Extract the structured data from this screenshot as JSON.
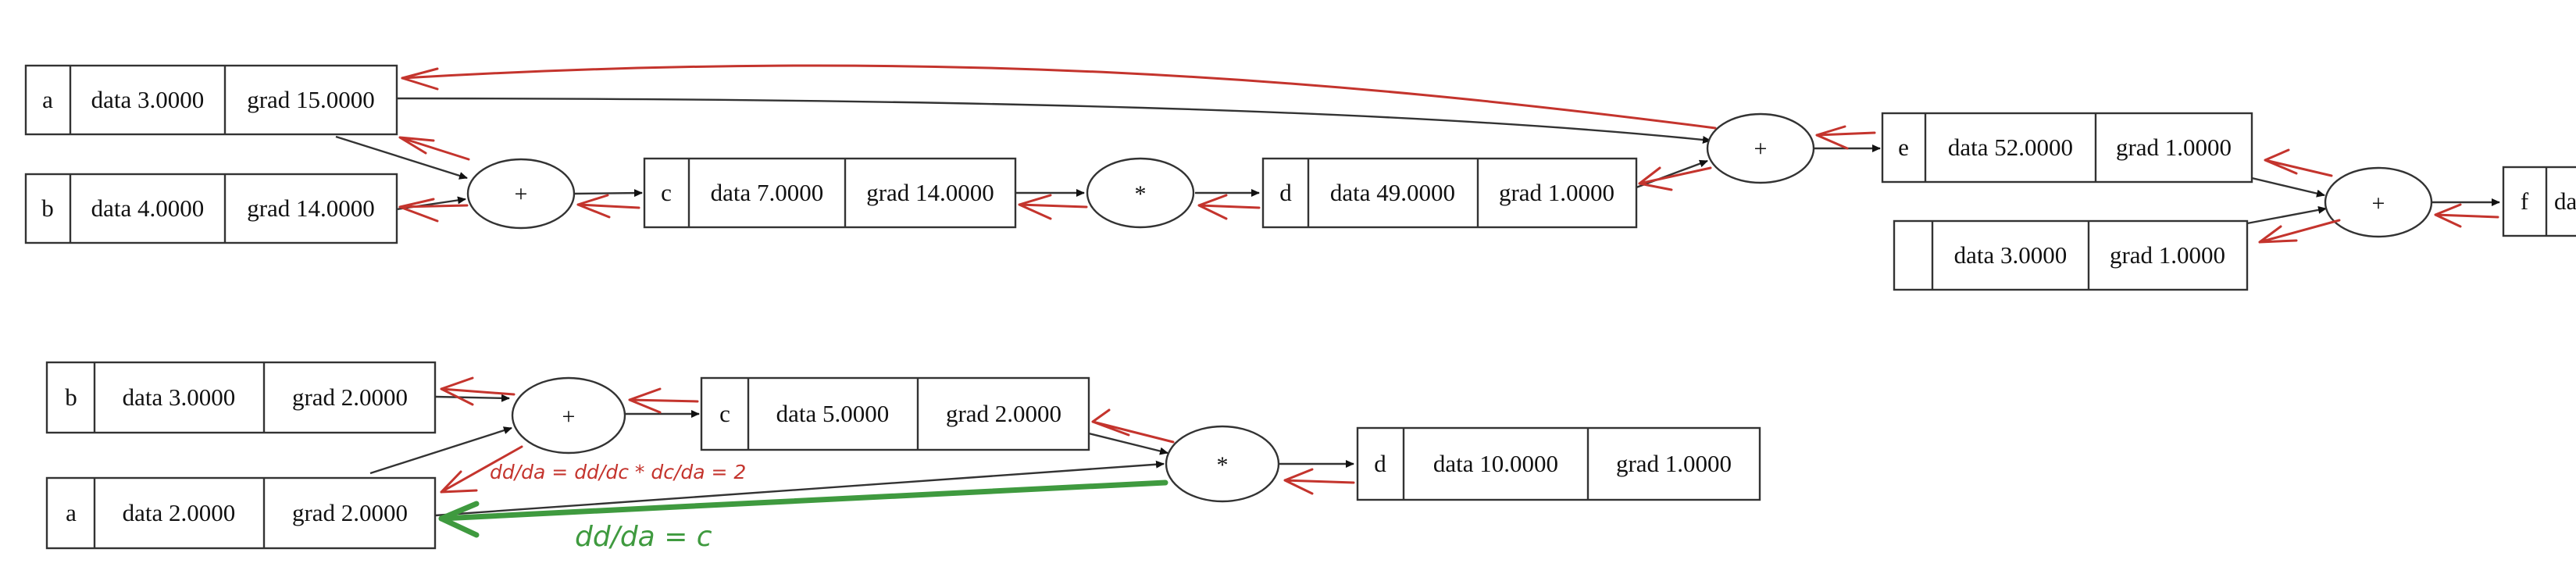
{
  "graph_top": {
    "nodes": [
      {
        "id": "a",
        "label": "a",
        "data": "data 3.0000",
        "grad": "grad 15.0000"
      },
      {
        "id": "b",
        "label": "b",
        "data": "data 4.0000",
        "grad": "grad 14.0000"
      },
      {
        "id": "c",
        "label": "c",
        "data": "data 7.0000",
        "grad": "grad 14.0000"
      },
      {
        "id": "d",
        "label": "d",
        "data": "data 49.0000",
        "grad": "grad 1.0000"
      },
      {
        "id": "e",
        "label": "e",
        "data": "data 52.0000",
        "grad": "grad 1.0000"
      },
      {
        "id": "k",
        "label": "",
        "data": "data 3.0000",
        "grad": "grad 1.0000"
      },
      {
        "id": "f",
        "label": "f",
        "data": "da",
        "grad": ""
      }
    ],
    "ops": [
      {
        "id": "plus1",
        "symbol": "+"
      },
      {
        "id": "mul1",
        "symbol": "*"
      },
      {
        "id": "plus2",
        "symbol": "+"
      },
      {
        "id": "plus3",
        "symbol": "+"
      }
    ]
  },
  "graph_bottom": {
    "nodes": [
      {
        "id": "b2",
        "label": "b",
        "data": "data 3.0000",
        "grad": "grad 2.0000"
      },
      {
        "id": "a2",
        "label": "a",
        "data": "data 2.0000",
        "grad": "grad 2.0000"
      },
      {
        "id": "c2",
        "label": "c",
        "data": "data 5.0000",
        "grad": "grad 2.0000"
      },
      {
        "id": "d2",
        "label": "d",
        "data": "data 10.0000",
        "grad": "grad 1.0000"
      }
    ],
    "ops": [
      {
        "id": "plus4",
        "symbol": "+"
      },
      {
        "id": "mul2",
        "symbol": "*"
      }
    ]
  },
  "annotations": {
    "chain_rule": "dd/da = dd/dc * dc/da = 2",
    "direct": "dd/da = c"
  },
  "colors": {
    "gradient_arrows": "#c4342d",
    "highlight_path": "#3f9a3f"
  }
}
